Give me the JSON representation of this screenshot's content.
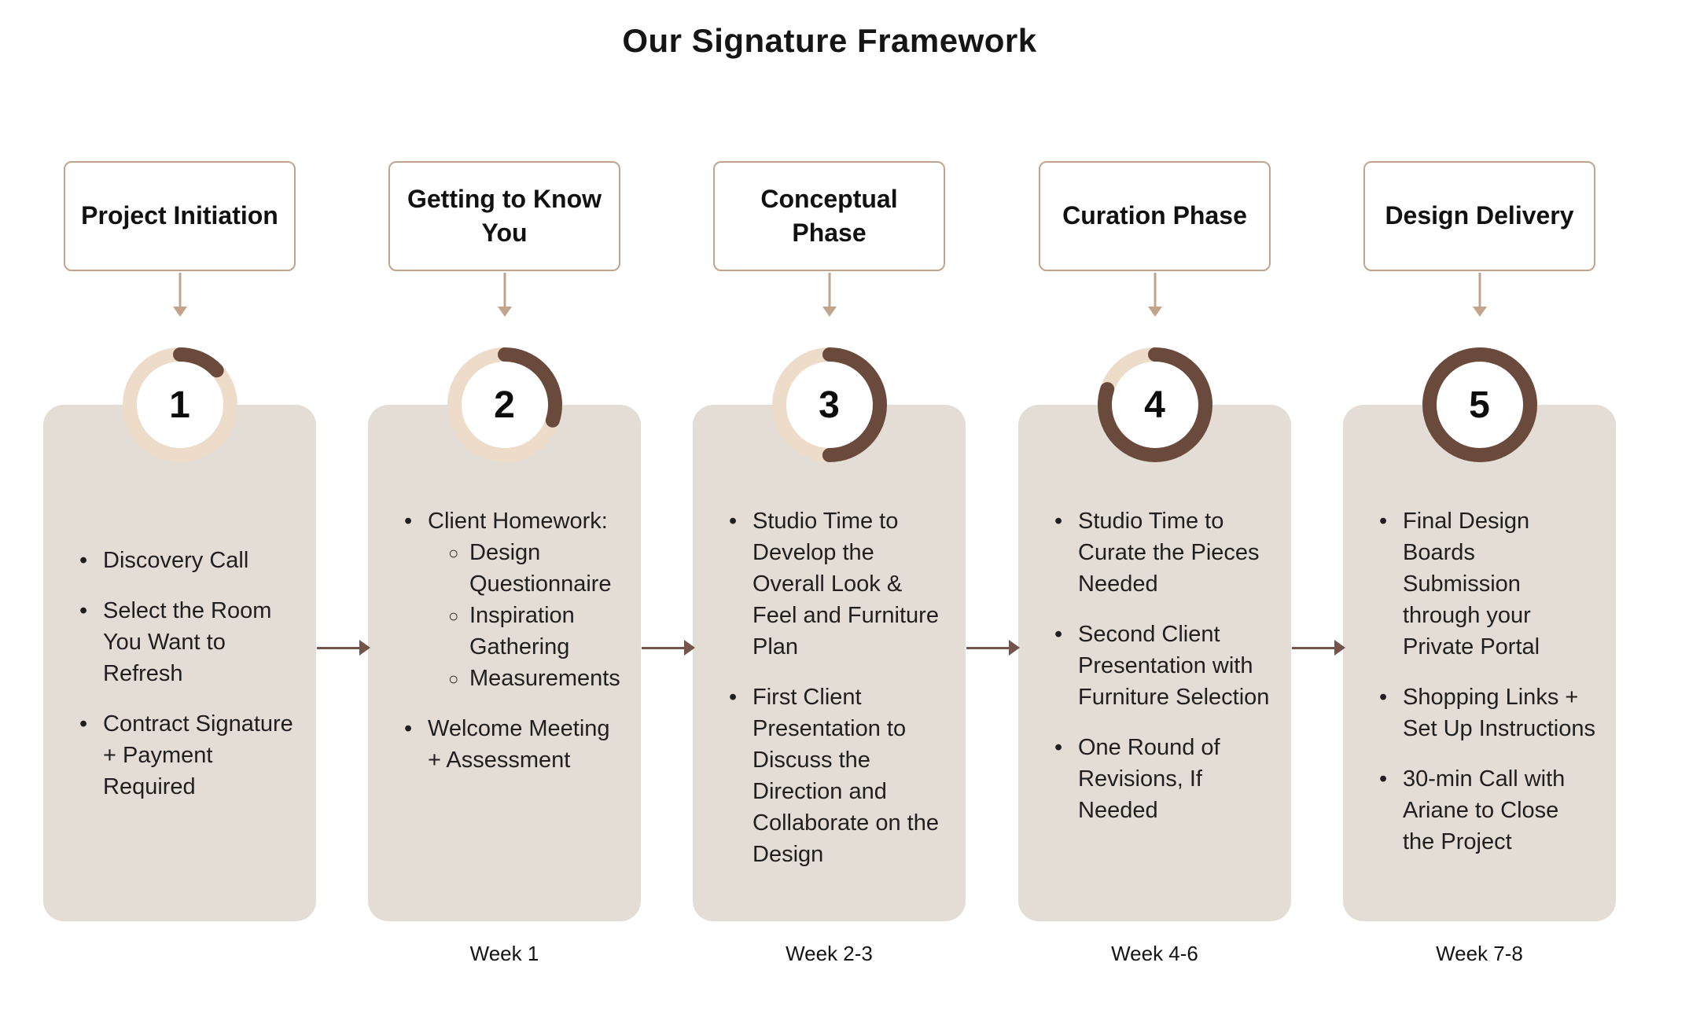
{
  "title": "Our Signature Framework",
  "colors": {
    "card_background": "#e3ddd5",
    "ring_track": "#eedccb",
    "ring_progress": "#6b4a3e",
    "header_box_border": "#c2a48c",
    "down_arrow": "#c2a48c",
    "flow_arrow": "#75544b",
    "text": "#1f1f1f"
  },
  "steps": [
    {
      "number": "1",
      "title": "Project Initiation",
      "progress": 0.13,
      "week": "",
      "items": [
        {
          "text": "Discovery Call"
        },
        {
          "text": "Select the Room You Want to Refresh"
        },
        {
          "text": "Contract Signature + Payment Required"
        }
      ]
    },
    {
      "number": "2",
      "title": "Getting to Know You",
      "progress": 0.3,
      "week": "Week 1",
      "items": [
        {
          "text": "Client Homework:",
          "children": [
            "Design Questionnaire",
            "Inspiration Gathering",
            "Measurements"
          ]
        },
        {
          "text": "Welcome Meeting + Assessment"
        }
      ]
    },
    {
      "number": "3",
      "title": "Conceptual Phase",
      "progress": 0.5,
      "week": "Week 2-3",
      "items": [
        {
          "text": "Studio Time to Develop the Overall Look & Feel and Furniture Plan"
        },
        {
          "text": "First Client Presentation to Discuss the Direction and Collaborate on the Design"
        }
      ]
    },
    {
      "number": "4",
      "title": "Curation Phase",
      "progress": 0.8,
      "week": "Week 4-6",
      "items": [
        {
          "text": "Studio Time to Curate the Pieces Needed"
        },
        {
          "text": "Second Client Presentation with Furniture Selection"
        },
        {
          "text": "One Round of Revisions, If Needed"
        }
      ]
    },
    {
      "number": "5",
      "title": "Design Delivery",
      "progress": 1,
      "week": "Week 7-8",
      "items": [
        {
          "text": "Final Design Boards Submission through your Private Portal"
        },
        {
          "text": "Shopping Links + Set Up Instructions"
        },
        {
          "text": "30-min Call with Ariane to Close the Project"
        }
      ]
    }
  ]
}
